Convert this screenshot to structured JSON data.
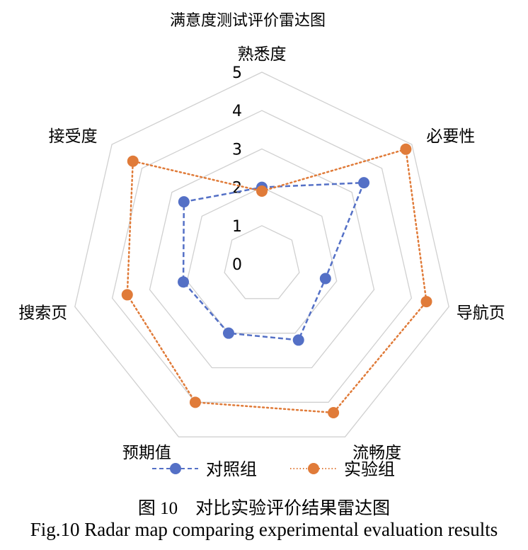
{
  "chart_data": {
    "type": "radar",
    "title": "满意度测试评价雷达图",
    "axes": [
      "熟悉度",
      "必要性",
      "导航页",
      "流畅度",
      "预期值",
      "搜索页",
      "接受度"
    ],
    "rlim": [
      0,
      5
    ],
    "ticks": [
      "0",
      "1",
      "2",
      "3",
      "4",
      "5"
    ],
    "grid": true,
    "legend_position": "bottom",
    "series": [
      {
        "name": "对照组",
        "values": [
          2.0,
          3.4,
          1.7,
          2.2,
          2.0,
          2.1,
          2.6
        ],
        "color": "#5470c6",
        "line": "dashed"
      },
      {
        "name": "实验组",
        "values": [
          1.9,
          4.8,
          4.4,
          4.3,
          4.0,
          3.6,
          4.3
        ],
        "color": "#e07b39",
        "line": "dotted"
      }
    ]
  },
  "caption": {
    "cn": "图 10　对比实验评价结果雷达图",
    "en": "Fig.10 Radar map comparing experimental evaluation results"
  }
}
